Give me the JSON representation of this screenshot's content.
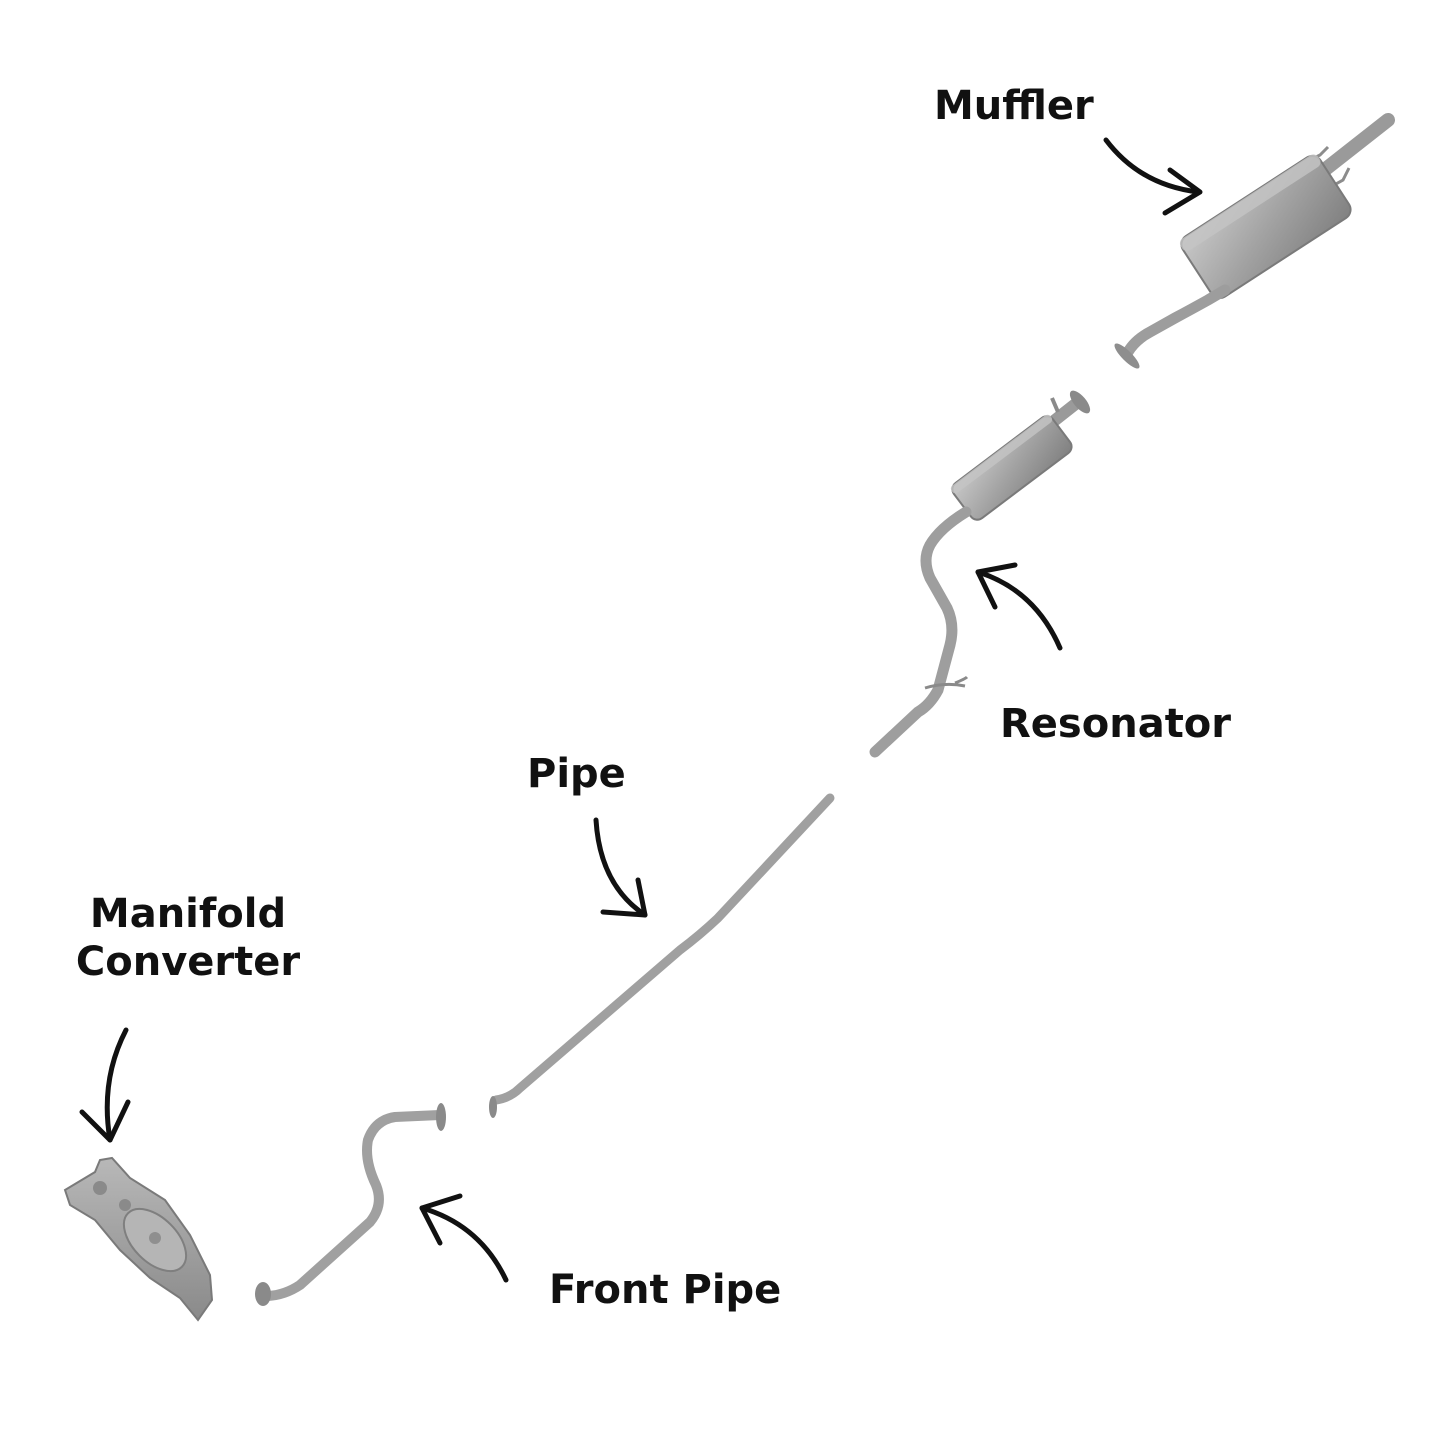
{
  "labels": {
    "muffler": "Muffler",
    "resonator": "Resonator",
    "pipe": "Pipe",
    "manifold_line1": "Manifold",
    "manifold_line2": "Converter",
    "front_pipe": "Front Pipe"
  },
  "colors": {
    "part_fill": "#a9a9a9",
    "part_dark": "#7d7d7d",
    "part_light": "#c8c8c8",
    "arrow": "#111111",
    "text": "#111111"
  }
}
